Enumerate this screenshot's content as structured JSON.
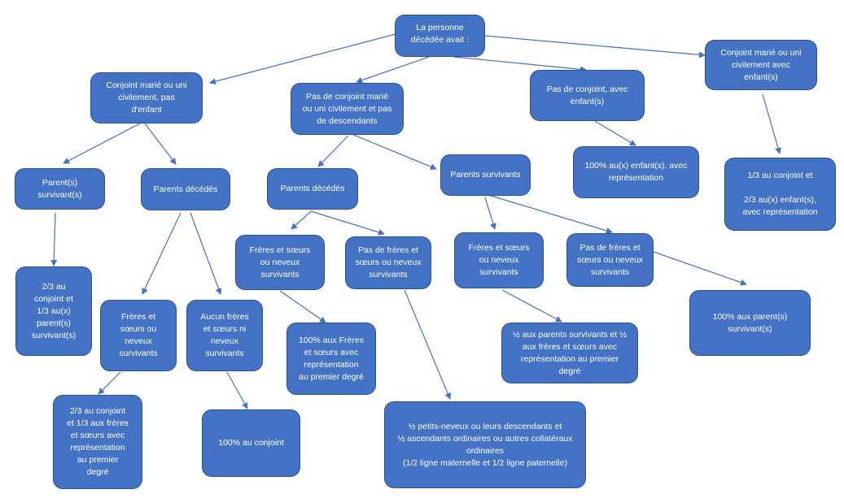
{
  "nodes": {
    "root": "La personne\ndécédée avait :",
    "spouse_no_child": "Conjoint marié ou uni\ncivilement, pas\nd'enfant",
    "no_spouse_no_desc": "Pas de conjoint marié\nou uni civilement et pas\nde descendants",
    "no_spouse_child": "Pas de conjoint, avec\nenfant(s)",
    "spouse_child": "Conjoint marié ou uni\ncivilement avec\nenfant(s)",
    "a_parents_alive": "Parent(s)\nsurvivant(s)",
    "a_parents_dead": "Parents décédés",
    "a_result_parents": "2/3 au\nconjoint et\n1/3 au(x)\nparent(s)\nsurvivant(s)",
    "a_siblings": "Frères et\nsœurs ou\nneveux\nsurvivants",
    "a_no_siblings": "Aucun frères\net sœurs ni\nneveux\nsurvivants",
    "a_result_siblings": "2/3 au conjoint\net 1/3 aux frères\net sœurs avec\nreprésentation\nau premier\ndegré",
    "a_result_spouse": "100% au conjoint",
    "b_parents_dead": "Parents décédés",
    "b_parents_alive": "Parents survivants",
    "b_siblings": "Frères et sœurs\nou neveux\nsurvivants",
    "b_no_siblings": "Pas de frères et\nsœurs ou neveux\nsurvivants",
    "b_result_siblings": "100% aux Frères\net sœurs avec\nreprésentation\nau premier degré",
    "b_result_others": "½ petits-neveux ou leurs descendants et\n½ ascendants ordinaires ou autres collatéraux\nordinaires\n(1/2 ligne maternelle et 1/2 ligne paternelle)",
    "c_siblings": "Frères et sœurs\nou neveux\nsurvivants",
    "c_no_siblings": "Pas de frères et\nsœurs ou neveux\nsurvivants",
    "c_result_siblings": "½ aux parents survivants et ½\naux frères et sœurs avec\nreprésentation au premier\ndegré",
    "c_result_parents": "100% aux parent(s)\nsurvivant(s)",
    "d_result": "100% au(x) enfant(s), avec\nreprésentation",
    "e_result": "1/3 au conjoint et\n\n2/3 au(x) enfant(s),\navec représentation"
  },
  "colors": {
    "node_fill": "#4472c4",
    "node_border": "#2f528f",
    "node_text": "#ffffff",
    "edge": "#4472c4"
  }
}
